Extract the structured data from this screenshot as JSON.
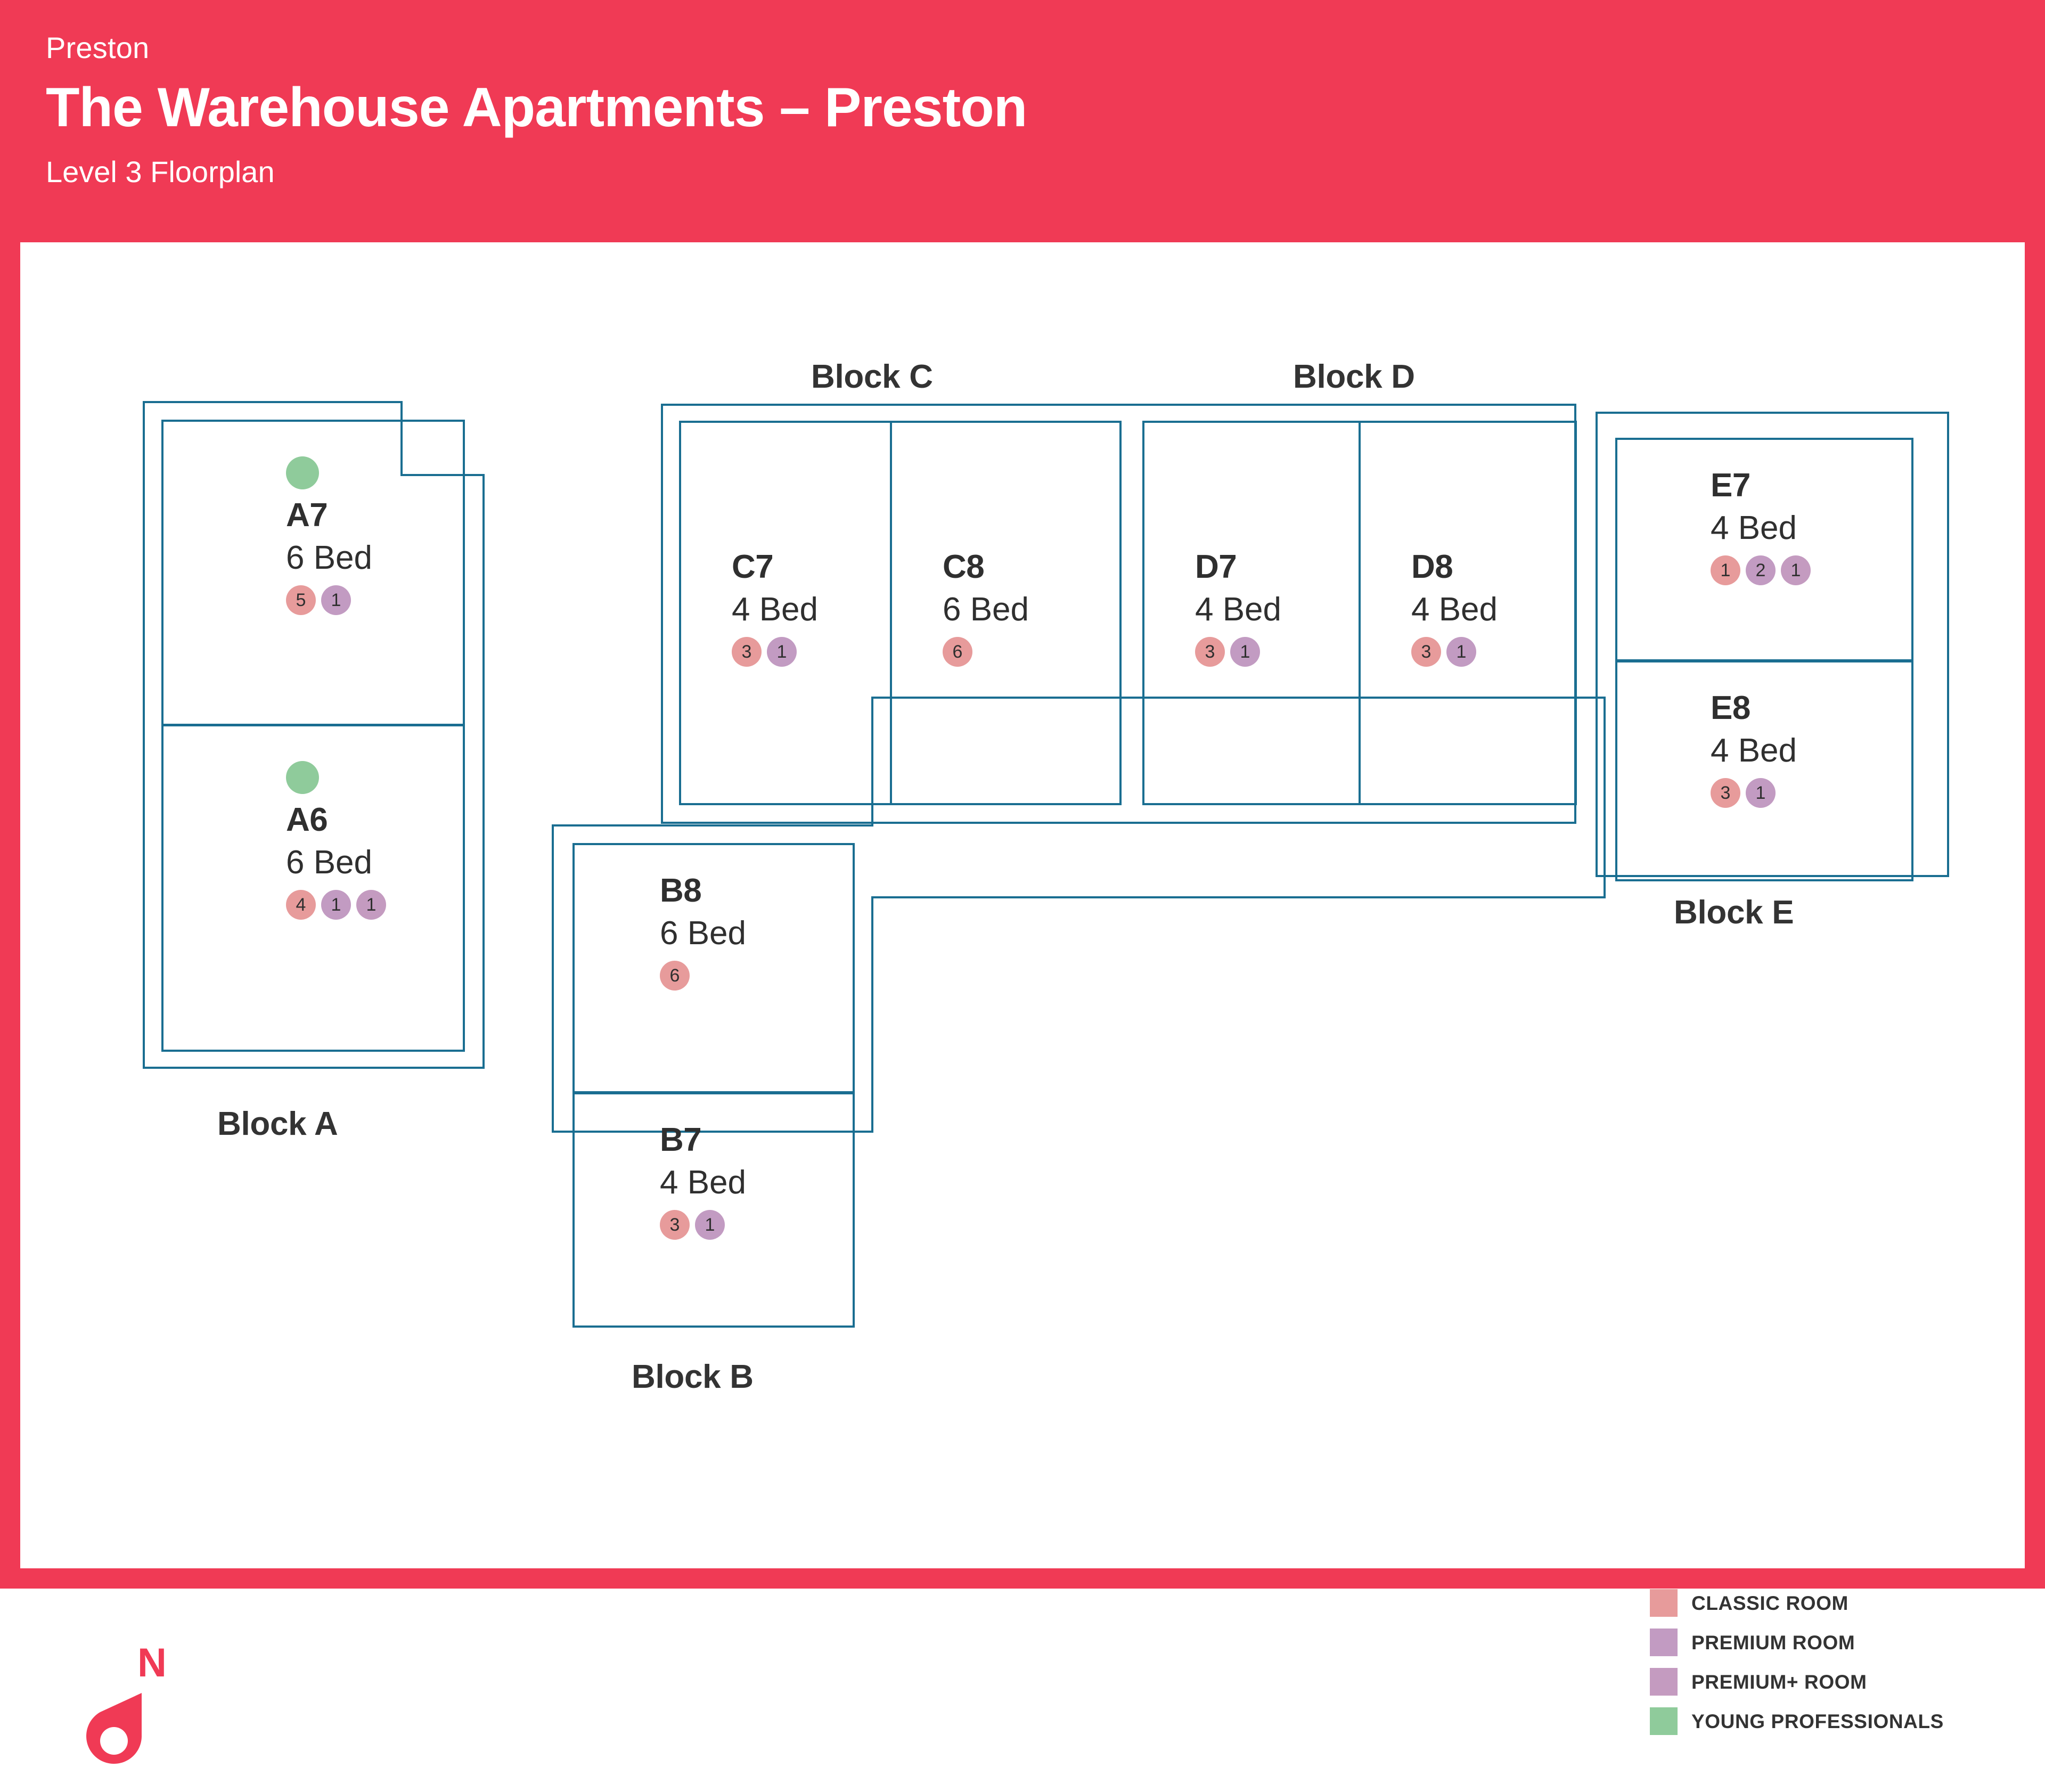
{
  "header": {
    "eyebrow": "Preston",
    "title": "The Warehouse Apartments – Preston",
    "subtitle": "Level 3 Floorplan",
    "brand_color": "#F03A55"
  },
  "colors": {
    "wall": "#1A6E91",
    "classic": "#E79B9B",
    "premium": "#C29BC2",
    "premium_plus": "#C49BC0",
    "young_professionals": "#8FCB9B",
    "text": "#2f2f2f",
    "label": "#333333"
  },
  "blocks": [
    {
      "id": "A",
      "label": "Block A",
      "units": [
        {
          "code": "A7",
          "beds": "6 Bed",
          "young_professionals": true,
          "badges": [
            {
              "type": "classic",
              "count": "5"
            },
            {
              "type": "premium",
              "count": "1"
            }
          ]
        },
        {
          "code": "A6",
          "beds": "6 Bed",
          "young_professionals": true,
          "badges": [
            {
              "type": "classic",
              "count": "4"
            },
            {
              "type": "premium",
              "count": "1"
            },
            {
              "type": "premiumplus",
              "count": "1"
            }
          ]
        }
      ]
    },
    {
      "id": "B",
      "label": "Block B",
      "units": [
        {
          "code": "B8",
          "beds": "6 Bed",
          "young_professionals": false,
          "badges": [
            {
              "type": "classic",
              "count": "6"
            }
          ]
        },
        {
          "code": "B7",
          "beds": "4 Bed",
          "young_professionals": false,
          "badges": [
            {
              "type": "classic",
              "count": "3"
            },
            {
              "type": "premium",
              "count": "1"
            }
          ]
        }
      ]
    },
    {
      "id": "C",
      "label": "Block C",
      "units": [
        {
          "code": "C7",
          "beds": "4 Bed",
          "young_professionals": false,
          "badges": [
            {
              "type": "classic",
              "count": "3"
            },
            {
              "type": "premium",
              "count": "1"
            }
          ]
        },
        {
          "code": "C8",
          "beds": "6 Bed",
          "young_professionals": false,
          "badges": [
            {
              "type": "classic",
              "count": "6"
            }
          ]
        }
      ]
    },
    {
      "id": "D",
      "label": "Block D",
      "units": [
        {
          "code": "D7",
          "beds": "4 Bed",
          "young_professionals": false,
          "badges": [
            {
              "type": "classic",
              "count": "3"
            },
            {
              "type": "premium",
              "count": "1"
            }
          ]
        },
        {
          "code": "D8",
          "beds": "4 Bed",
          "young_professionals": false,
          "badges": [
            {
              "type": "classic",
              "count": "3"
            },
            {
              "type": "premium",
              "count": "1"
            }
          ]
        }
      ]
    },
    {
      "id": "E",
      "label": "Block E",
      "units": [
        {
          "code": "E7",
          "beds": "4 Bed",
          "young_professionals": false,
          "badges": [
            {
              "type": "classic",
              "count": "1"
            },
            {
              "type": "premium",
              "count": "2"
            },
            {
              "type": "premiumplus",
              "count": "1"
            }
          ]
        },
        {
          "code": "E8",
          "beds": "4 Bed",
          "young_professionals": false,
          "badges": [
            {
              "type": "classic",
              "count": "3"
            },
            {
              "type": "premium",
              "count": "1"
            }
          ]
        }
      ]
    }
  ],
  "legend": {
    "items": [
      {
        "label": "CLASSIC ROOM",
        "color": "#E79B9B"
      },
      {
        "label": "PREMIUM ROOM",
        "color": "#C29BC2"
      },
      {
        "label": "PREMIUM+ ROOM",
        "color": "#C49BC0"
      },
      {
        "label": "YOUNG PROFESSIONALS",
        "color": "#8FCB9B"
      }
    ]
  },
  "compass": {
    "north_letter": "N",
    "icon": "north-pin-icon"
  }
}
